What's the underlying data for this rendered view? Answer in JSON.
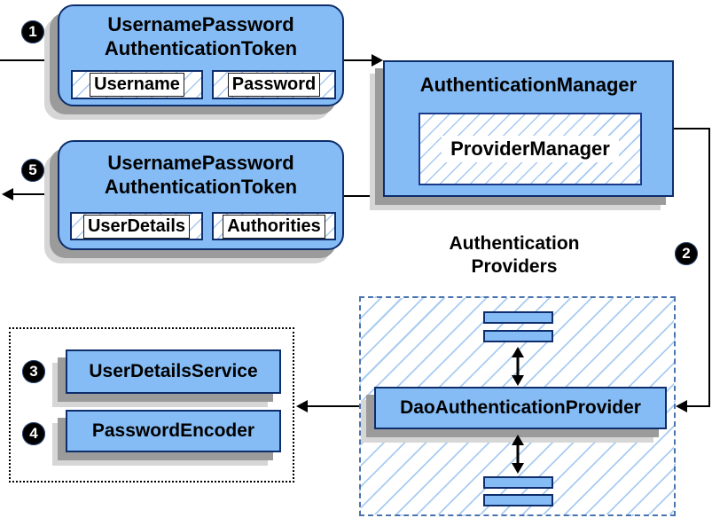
{
  "colors": {
    "node_fill": "#85bcf5",
    "node_border": "#0d2d6b",
    "hatch_line": "#a5c9f2",
    "dashed_border": "#4a74ae",
    "shadow_dark": "#9b9b9b",
    "shadow_light": "#d6d6d6",
    "connector": "#000000",
    "badge_bg": "#000000",
    "badge_fg": "#ffffff"
  },
  "steps": {
    "s1": "1",
    "s2": "2",
    "s3": "3",
    "s4": "4",
    "s5": "5"
  },
  "request_token": {
    "title_line1": "UsernamePassword",
    "title_line2": "AuthenticationToken",
    "field_left": "Username",
    "field_right": "Password"
  },
  "authentication_manager": {
    "title": "AuthenticationManager",
    "inner_label": "ProviderManager"
  },
  "result_token": {
    "title_line1": "UsernamePassword",
    "title_line2": "AuthenticationToken",
    "field_left": "UserDetails",
    "field_right": "Authorities"
  },
  "providers": {
    "heading_line1": "Authentication",
    "heading_line2": "Providers",
    "main_provider": "DaoAuthenticationProvider"
  },
  "services": {
    "user_details_service": "UserDetailsService",
    "password_encoder": "PasswordEncoder"
  }
}
